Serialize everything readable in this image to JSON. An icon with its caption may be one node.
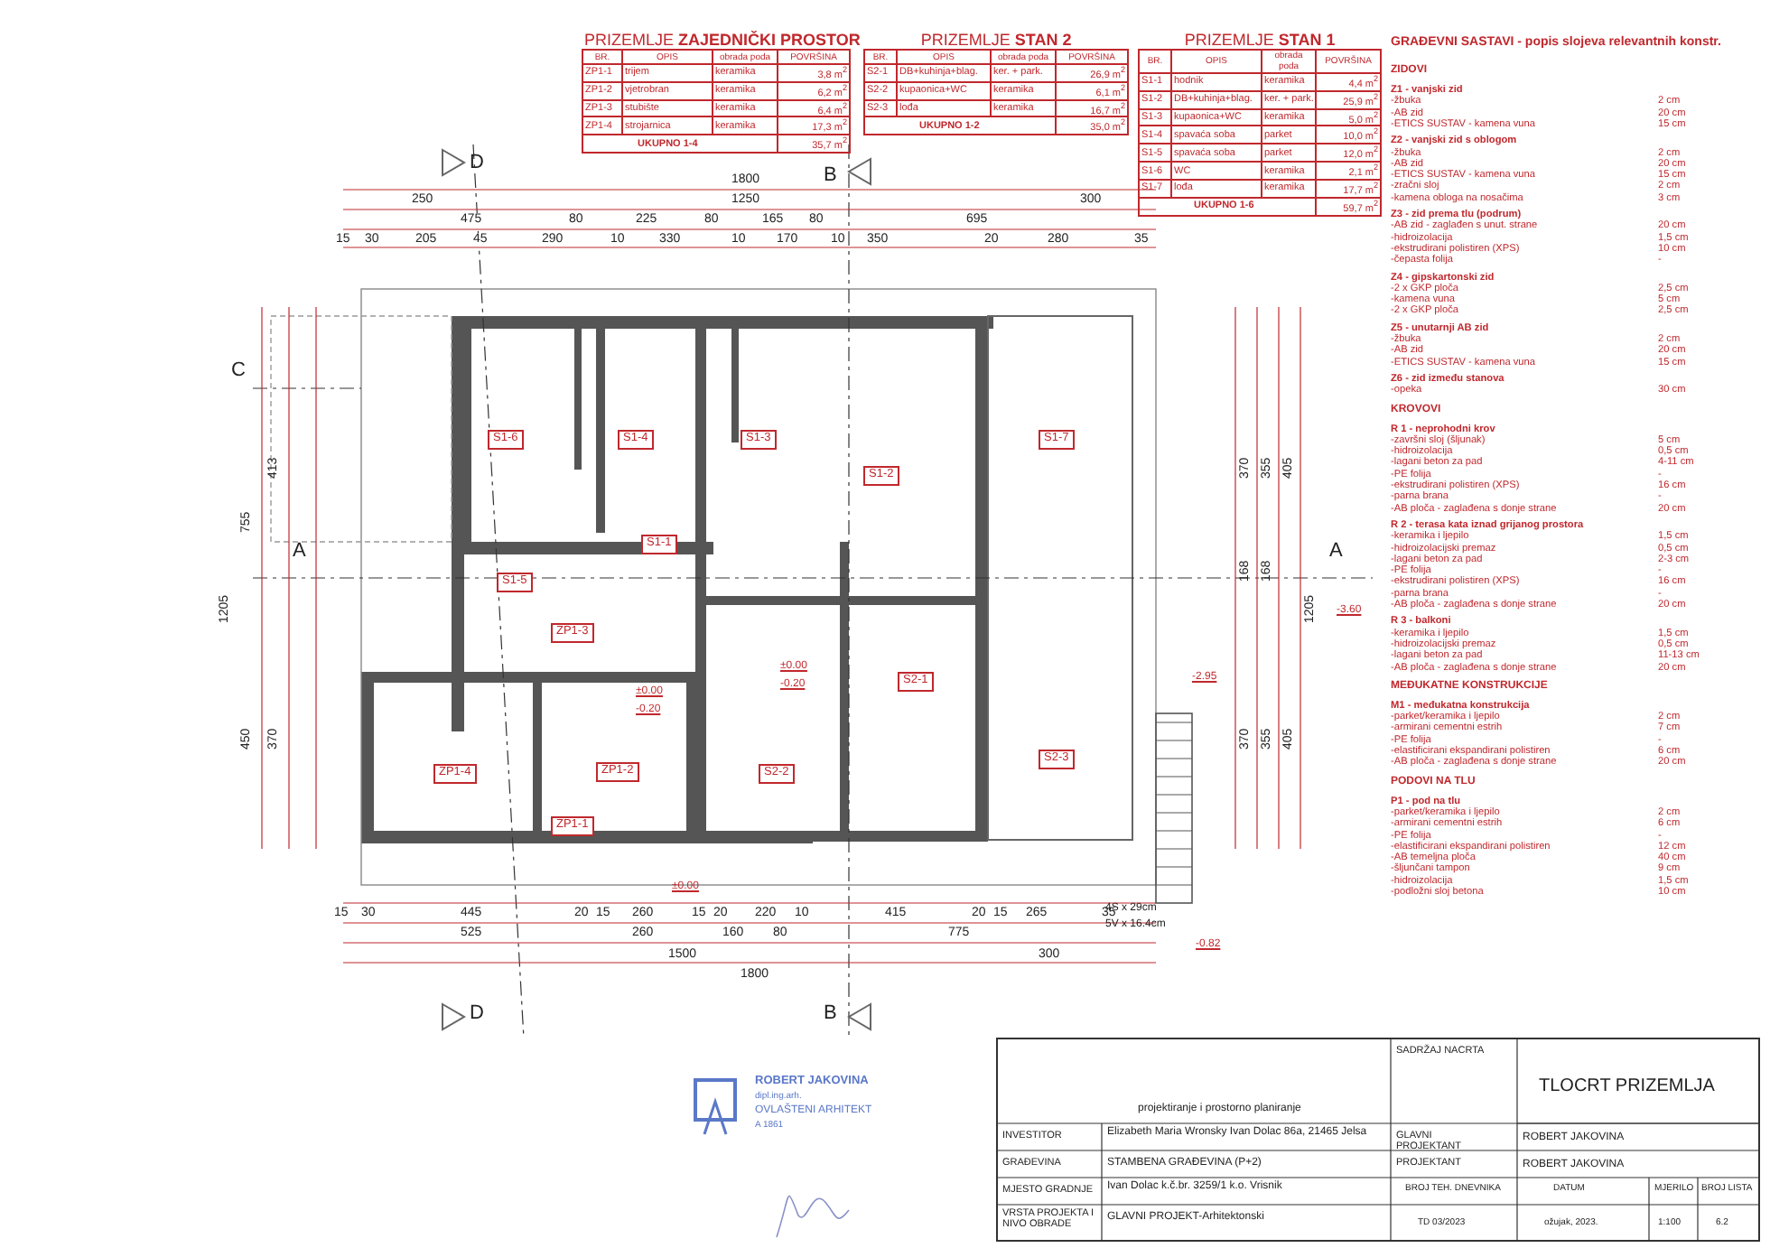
{
  "diagram": {
    "labels": [
      "PRIZEMLJE **ZAJEDNIČKI PROSTOR**",
      "BR.",
      "OPIS",
      "obrada poda",
      "POVRŠINA",
      "ZP1-1",
      "trijem",
      "keramika",
      "3,8 m$^{2}$",
      "ZP1-2",
      "vjetrobran",
      "keramika",
      "6,2 m$^{2}$",
      "ZP1-3",
      "stubište",
      "keramika",
      "6,4 m$^{2}$",
      "ZP1-4",
      "strojarnica",
      "keramika",
      "17,3 m$^{2}$",
      "UKUPNO 1-4",
      "35,7 m$^{2}$",
      "PRIZEMLJE **STAN 2**",
      "BR.",
      "OPIS",
      "obrada poda",
      "POVRŠINA",
      "S2-1",
      "DB+kuhinja+blag.",
      "ker. + park.",
      "26,9 m$^{2}$",
      "S2-2",
      "kupaonica+WC",
      "keramika",
      "6,1 m$^{2}$",
      "S2-3",
      "lođa",
      "keramika",
      "16,7 m$^{2}$",
      "UKUPNO 1-2",
      "35,0 m$^{2}$",
      "PRIZEMLJE **STAN 1**",
      "BR.",
      "OPIS",
      "obrada poda",
      "POVRŠINA",
      "S1-1",
      "hodnik",
      "keramika",
      "4,4 m$^{2}$",
      "S1-2",
      "DB+kuhinja+blag.",
      "ker. + park.",
      "25,9 m$^{2}$",
      "S1-3",
      "kupaonica+WC",
      "keramika",
      "5,0 m$^{2}$",
      "S1-4",
      "spavaća soba",
      "parket",
      "10,0 m$^{2}$",
      "S1-5",
      "spavaća soba",
      "parket",
      "12,0 m$^{2}$",
      "S1-6",
      "WC",
      "keramika",
      "2,1 m$^{2}$",
      "S1-7",
      "lođa",
      "keramika",
      "17,7 m$^{2}$",
      "UKUPNO 1-6",
      "59,7 m$^{2}$",
      "GRAĐEVNI SASTAVI - popis slojeva relevantnih konstr.",
      "ZIDOVI",
      "Z1 - vanjski zid",
      "-žbuka",
      "2 cm",
      "-AB zid",
      "20 cm",
      "-ETICS SUSTAV - kamena vuna",
      "15 cm",
      "Z2 - vanjski zid s oblogom",
      "-žbuka",
      "2 cm",
      "-AB zid",
      "20 cm",
      "-ETICS SUSTAV - kamena vuna",
      "15 cm",
      "-zračni sloj",
      "2 cm",
      "-kamena obloga na nosačima",
      "3 cm",
      "Z3 - zid prema tlu (podrum)",
      "-AB zid - zaglađen s unut. strane",
      "20 cm",
      "-hidroizolacija",
      "1,5 cm",
      "-ekstrudirani polistiren (XPS)",
      "10 cm",
      "-čepasta folija",
      "-",
      "Z4 - gipskartonski zid",
      "-2 x GKP ploča",
      "2,5 cm",
      "-kamena vuna",
      "5 cm",
      "-2 x GKP ploča",
      "2,5 cm",
      "Z5 - unutarnji AB zid",
      "-žbuka",
      "2 cm",
      "-AB zid",
      "20 cm",
      "-ETICS SUSTAV - kamena vuna",
      "15 cm",
      "Z6 - zid između stanova",
      "-opeka",
      "30 cm",
      "KROVOVI",
      "R 1 - neprohodni krov",
      "-završni sloj (šljunak)",
      "5 cm",
      "-hidroizolacija",
      "0,5 cm",
      "-lagani beton za pad",
      "4-11 cm",
      "-PE folija",
      "-",
      "-ekstrudirani polistiren (XPS)",
      "16 cm",
      "-parna brana",
      "-",
      "-AB ploča - zaglađena s donje strane",
      "20 cm",
      "R 2 - terasa kata iznad grijanog prostora",
      "-keramika i ljepilo",
      "1,5 cm",
      "-hidroizolacijski premaz",
      "0,5 cm",
      "-lagani beton za pad",
      "2-3 cm",
      "-PE folija",
      "-",
      "-ekstrudirani polistiren (XPS)",
      "16 cm",
      "-parna brana",
      "-",
      "-AB ploča - zaglađena s donje strane",
      "20 cm",
      "R 3 - balkoni",
      "-keramika i ljepilo",
      "1,5 cm",
      "-hidroizolacijski premaz",
      "0,5 cm",
      "-lagani beton za pad",
      "11-13 cm",
      "-AB ploča - zaglađena s donje strane",
      "20 cm",
      "MEĐUKATNE KONSTRUKCIJE",
      "M1 - međukatna konstrukcija",
      "-parket/keramika i ljepilo",
      "2 cm",
      "-armirani cementni estrih",
      "7 cm",
      "-PE folija",
      "-",
      "-elastificirani ekspandirani polistiren",
      "6 cm",
      "-AB ploča - zaglađena s donje strane",
      "20 cm",
      "PODOVI NA TLU",
      "P1 - pod na tlu",
      "-parket/keramika i ljepilo",
      "2 cm",
      "-armirani cementni estrih",
      "6 cm",
      "-PE folija",
      "-",
      "-elastificirani ekspandirani polistiren",
      "12 cm",
      "-AB temeljna ploča",
      "40 cm",
      "-šljunčani tampon",
      "9 cm",
      "-hidroizolacija",
      "1,5 cm",
      "-podložni sloj betona",
      "10 cm",
      "D",
      "B",
      "1800",
      "250",
      "1250",
      "300",
      "475",
      "80",
      "225",
      "80",
      "165",
      "80",
      "695",
      "15",
      "30",
      "205",
      "45",
      "290",
      "10",
      "330",
      "10",
      "170",
      "10",
      "350",
      "20",
      "280",
      "35",
      "C",
      "A",
      "413",
      "755",
      "1205",
      "450",
      "370",
      "A",
      "370",
      "355",
      "405",
      "168",
      "168",
      "1205",
      "370",
      "355",
      "405",
      "S1-6",
      "S1-4",
      "S1-3",
      "S1-2",
      "S1-7",
      "S1-1",
      "S1-5",
      "S2-1",
      "S2-2",
      "S2-3",
      "ZP1-4",
      "ZP1-3",
      "ZP1-2",
      "ZP1-1",
      "±0.00",
      "-0.20",
      "±0.00",
      "-0.20",
      "-2.95",
      "-3.60",
      "±0.00",
      "-0.82",
      "15",
      "30",
      "445",
      "20",
      "15",
      "260",
      "15",
      "20",
      "220",
      "10",
      "415",
      "20",
      "15",
      "265",
      "35",
      "525",
      "260",
      "160",
      "80",
      "775",
      "1500",
      "300",
      "1800",
      "4S x 29cm",
      "5V x 16.4cm",
      "D",
      "B",
      "ROBERT JAKOVINA",
      "dipl.ing.arh.",
      "OVLAŠTENI ARHITEKT",
      "A 1861",
      "projektiranje i prostorno planiranje",
      "SADRŽAJ NACRTA",
      "TLOCRT PRIZEMLJA",
      "INVESTITOR",
      "Elizabeth Maria Wronsky Ivan Dolac 86a, 21465 Jelsa",
      "GLAVNI PROJEKTANT",
      "ROBERT JAKOVINA",
      "GRAĐEVINA",
      "STAMBENA GRAĐEVINA (P+2)",
      "PROJEKTANT",
      "ROBERT JAKOVINA",
      "MJESTO GRADNJE",
      "Ivan Dolac k.č.br. 3259/1 k.o. Vrisnik",
      "BROJ TEH. DNEVNIKA",
      "DATUM",
      "MJERILO",
      "BROJ LISTA",
      "VRSTA PROJEKTA I NIVO OBRADE",
      "GLAVNI PROJEKT-Arhitektonski",
      "TD 03/2023",
      "ožujak, 2023.",
      "1:100",
      "6.2"
    ]
  }
}
